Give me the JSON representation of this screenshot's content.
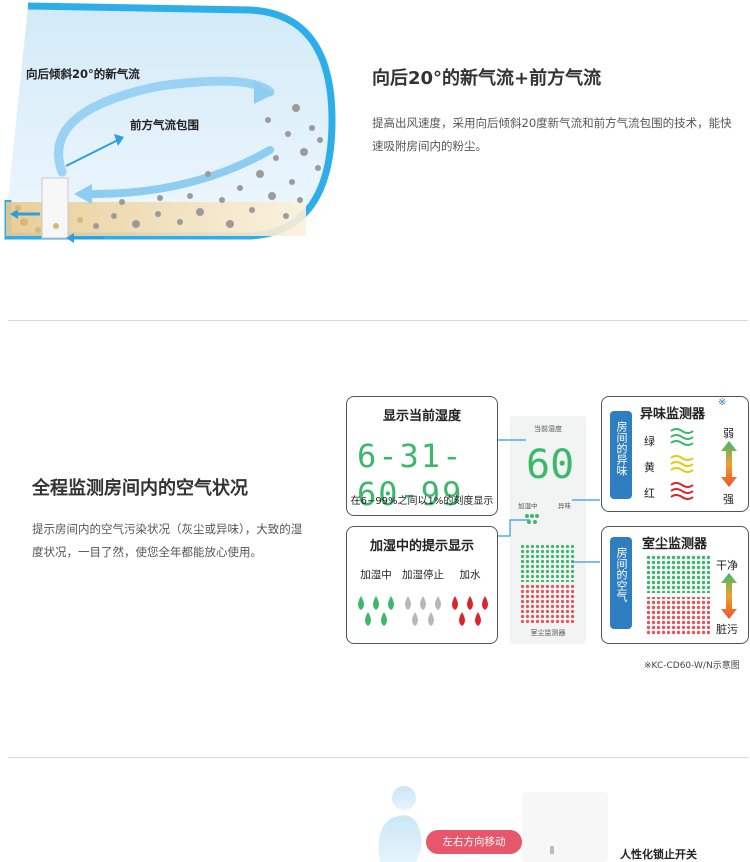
{
  "airflow_section": {
    "title": "向后20°的新气流+前方气流",
    "description": "提高出风速度，采用向后倾斜20度新气流和前方气流包围的技术，能快速吸附房间内的粉尘。",
    "diagram_labels": {
      "backward": "向后倾斜20°的新气流",
      "front": "前方气流包围"
    }
  },
  "monitor_section": {
    "title": "全程监测房间内的空气状况",
    "description": "提示房间内的空气污染状况（灰尘或异味），大致的湿度状况，一目了然，使您全年都能放心使用。",
    "humidity_panel": {
      "title": "显示当前湿度",
      "display": "6-31-60-99",
      "note": "在6~99%之间以1%的刻度显示"
    },
    "indicator_panel": {
      "title": "加湿中的提示显示",
      "items": [
        {
          "label": "加湿中",
          "color": "#3cb86b"
        },
        {
          "label": "加湿停止",
          "color": "#b8b8b8"
        },
        {
          "label": "加水",
          "color": "#d9262c"
        }
      ]
    },
    "device": {
      "top_caption": "当前湿度",
      "reading": "60",
      "label_humidifying": "加湿中",
      "label_odor": "异味",
      "label_dust": "室尘监测器"
    },
    "odor_panel": {
      "side_label": "房间的异味",
      "title": "异味监测器",
      "mark": "※",
      "levels": [
        {
          "label": "绿",
          "color": "#3cb86b"
        },
        {
          "label": "黄",
          "color": "#e8c80c"
        },
        {
          "label": "红",
          "color": "#d9262c"
        }
      ],
      "weak": "弱",
      "strong": "强"
    },
    "dust_panel": {
      "side_label": "房间的空气",
      "title": "室尘监测器",
      "clean": "干净",
      "dirty": "脏污"
    },
    "footnote": "※KC-CD60-W/N示意图"
  },
  "movement_section": {
    "bubble": "左右方向移动",
    "lock_label": "人性化锁止开关"
  }
}
